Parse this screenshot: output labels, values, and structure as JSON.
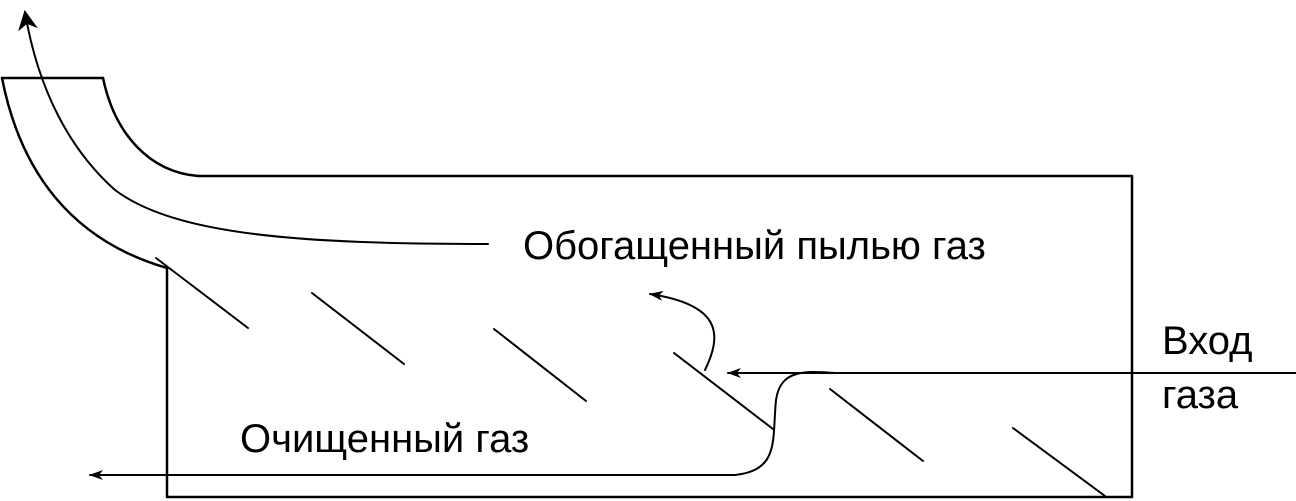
{
  "labels": {
    "dust_gas": "Обогащенный пылью газ",
    "inlet_line1": "Вход",
    "inlet_line2": "газа",
    "clean_gas": "Очищенный газ"
  },
  "colors": {
    "ink": "#000000",
    "background": "#ffffff"
  }
}
